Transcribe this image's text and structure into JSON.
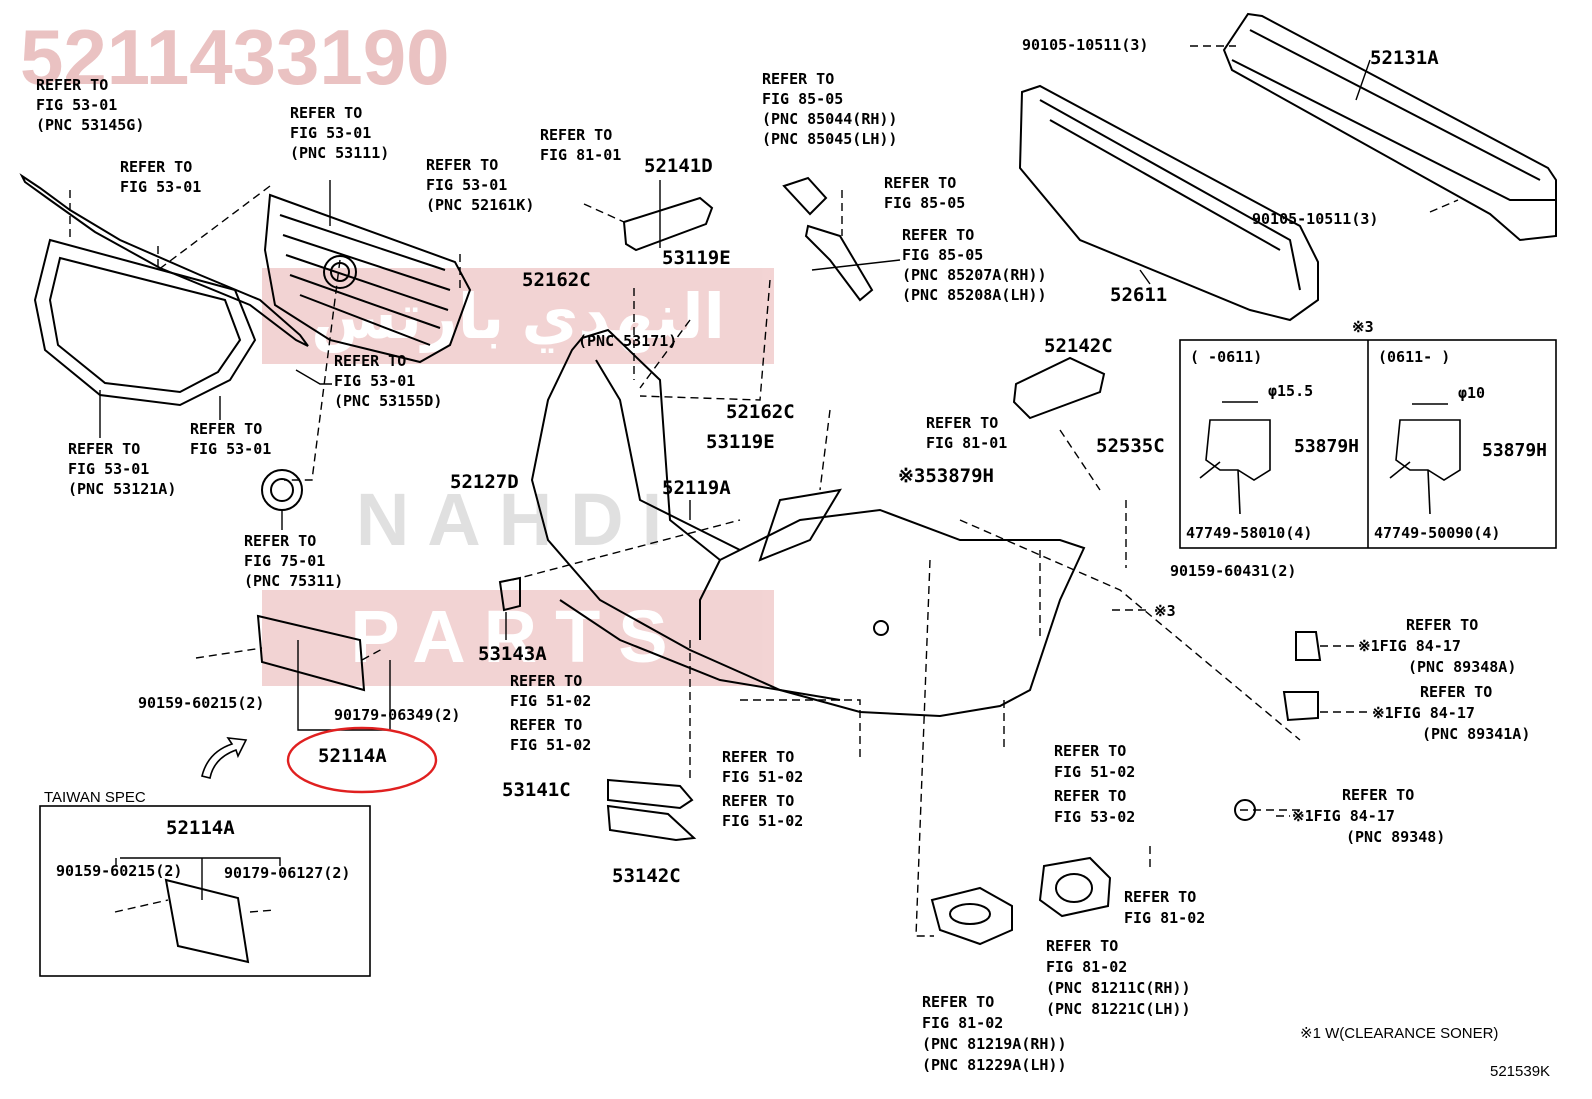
{
  "diagram_number": "5211433190",
  "figure_code": "521539K",
  "watermark": {
    "arabic": "النهدي بارتس",
    "latin_top": "NAHDI",
    "latin_bottom": "PARTS"
  },
  "highlight_color": "#e02020",
  "watermark_color": "#e8a8a8",
  "notes": {
    "star3": "※3",
    "star1_note": "※1 W(CLEARANCE SONER)"
  },
  "callouts": {
    "c53145g": [
      "REFER TO",
      "FIG 53-01",
      "(PNC 53145G)"
    ],
    "c53111": [
      "REFER TO",
      "FIG 53-01",
      "(PNC 53111)"
    ],
    "c5301a": [
      "REFER TO",
      "FIG 53-01"
    ],
    "c52161k": [
      "REFER TO",
      "FIG 53-01",
      "(PNC 52161K)"
    ],
    "c53155d": [
      "REFER TO",
      "FIG 53-01",
      "(PNC 53155D)"
    ],
    "c5301b": [
      "REFER TO",
      "FIG 53-01"
    ],
    "c53121a": [
      "REFER TO",
      "FIG 53-01",
      "(PNC 53121A)"
    ],
    "c75311": [
      "REFER TO",
      "FIG 75-01",
      "(PNC 75311)"
    ],
    "c8101a": [
      "REFER TO",
      "FIG 81-01"
    ],
    "c85044": [
      "REFER TO",
      "FIG 85-05",
      "(PNC 85044(RH))",
      "(PNC 85045(LH))"
    ],
    "c8505": [
      "REFER TO",
      "FIG 85-05"
    ],
    "c85207": [
      "REFER TO",
      "FIG 85-05",
      "(PNC 85207A(RH))",
      "(PNC 85208A(LH))"
    ],
    "c8101b": [
      "REFER TO",
      "FIG 81-01"
    ],
    "c5102a": [
      "REFER TO",
      "FIG 51-02"
    ],
    "c5102b": [
      "REFER TO",
      "FIG 51-02"
    ],
    "c5102c": [
      "REFER TO",
      "FIG 51-02"
    ],
    "c5102d": [
      "REFER TO",
      "FIG 51-02"
    ],
    "c5102e": [
      "REFER TO",
      "FIG 51-02"
    ],
    "c5302": [
      "REFER TO",
      "FIG 53-02"
    ],
    "c8102a": [
      "REFER TO",
      "FIG 81-02"
    ],
    "c81211": [
      "REFER TO",
      "FIG 81-02",
      "(PNC 81211C(RH))",
      "(PNC 81221C(LH))"
    ],
    "c81219": [
      "REFER TO",
      "FIG 81-02",
      "(PNC 81219A(RH))",
      "(PNC 81229A(LH))"
    ],
    "c89348a": [
      "REFER TO",
      "※1FIG 84-17",
      "(PNC 89348A)"
    ],
    "c89341a": [
      "REFER TO",
      "※1FIG 84-17",
      "(PNC 89341A)"
    ],
    "c89348": [
      "REFER TO",
      "※1FIG 84-17",
      "(PNC 89348)"
    ]
  },
  "parts": {
    "p52131a": "52131A",
    "p52611": "52611",
    "p9010510511a": "90105-10511(3)",
    "p9010510511b": "90105-10511(3)",
    "p52141d": "52141D",
    "p52162c_a": "52162C",
    "p53119e_a": "53119E",
    "p53171": "(PNC 53171)",
    "p52162c_b": "52162C",
    "p53119e_b": "53119E",
    "p52127d": "52127D",
    "p52119a": "52119A",
    "p52142c": "52142C",
    "p52535c": "52535C",
    "p53879h": "※353879H",
    "p9015960431": "90159-60431(2)",
    "p_star3": "※3",
    "p53143a": "53143A",
    "p9015960215": "90159-60215(2)",
    "p9017906349": "90179-06349(2)",
    "p52114a": "52114A",
    "p53141c": "53141C",
    "p53142c": "53142C"
  },
  "taiwan": {
    "title": "TAIWAN SPEC",
    "part": "52114A",
    "bolt": "90159-60215(2)",
    "clip": "90179-06127(2)"
  },
  "inset": {
    "left_header": "(      -0611)",
    "right_header": "(0611-      )",
    "left_dim": "φ15.5",
    "right_dim": "φ10",
    "left_part": "53879H",
    "right_part": "53879H",
    "left_clip": "47749-58010(4)",
    "right_clip": "47749-50090(4)"
  }
}
